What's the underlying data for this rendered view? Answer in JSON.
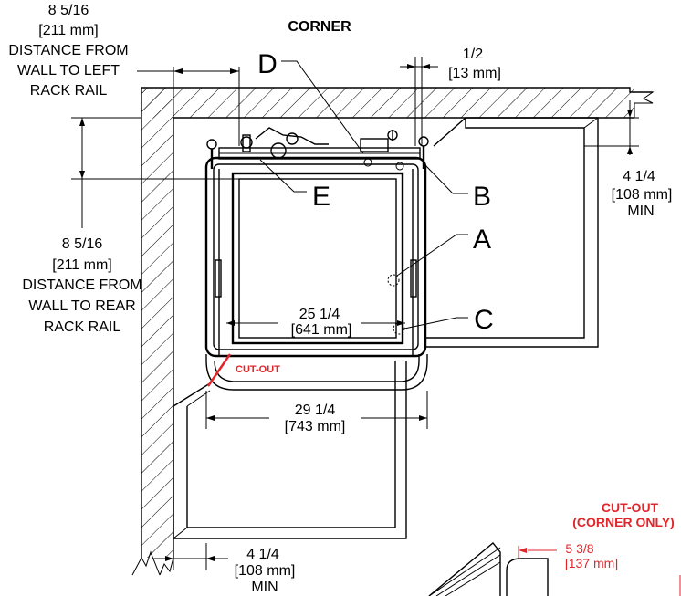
{
  "title": "CORNER",
  "dims": {
    "left_rail": {
      "fraction": "8 5/16",
      "metric": "[211 mm]",
      "desc1": "DISTANCE FROM",
      "desc2": "WALL TO LEFT",
      "desc3": "RACK RAIL"
    },
    "right_gap": {
      "fraction": "1/2",
      "metric": "[13 mm]"
    },
    "right_min": {
      "fraction": "4 1/4",
      "metric": "[108 mm]",
      "min": "MIN"
    },
    "rear_rail": {
      "fraction": "8 5/16",
      "metric": "[211 mm]",
      "desc1": "DISTANCE FROM",
      "desc2": "WALL TO REAR",
      "desc3": "RACK RAIL"
    },
    "inner_width": {
      "fraction": "25 1/4",
      "metric": "[641 mm]"
    },
    "outer_width": {
      "fraction": "29 1/4",
      "metric": "[743 mm]"
    },
    "bottom_min": {
      "fraction": "4 1/4",
      "metric": "[108 mm]",
      "min": "MIN"
    },
    "detail_width": {
      "fraction": "5 3/8",
      "metric": "[137 mm]"
    }
  },
  "callouts": {
    "a": "A",
    "b": "B",
    "c": "C",
    "d": "D",
    "e": "E"
  },
  "cutout": {
    "label": "CUT-OUT",
    "detail_title1": "CUT-OUT",
    "detail_title2": "(CORNER ONLY)"
  },
  "colors": {
    "line": "#000000",
    "accent": "#e0262b"
  }
}
